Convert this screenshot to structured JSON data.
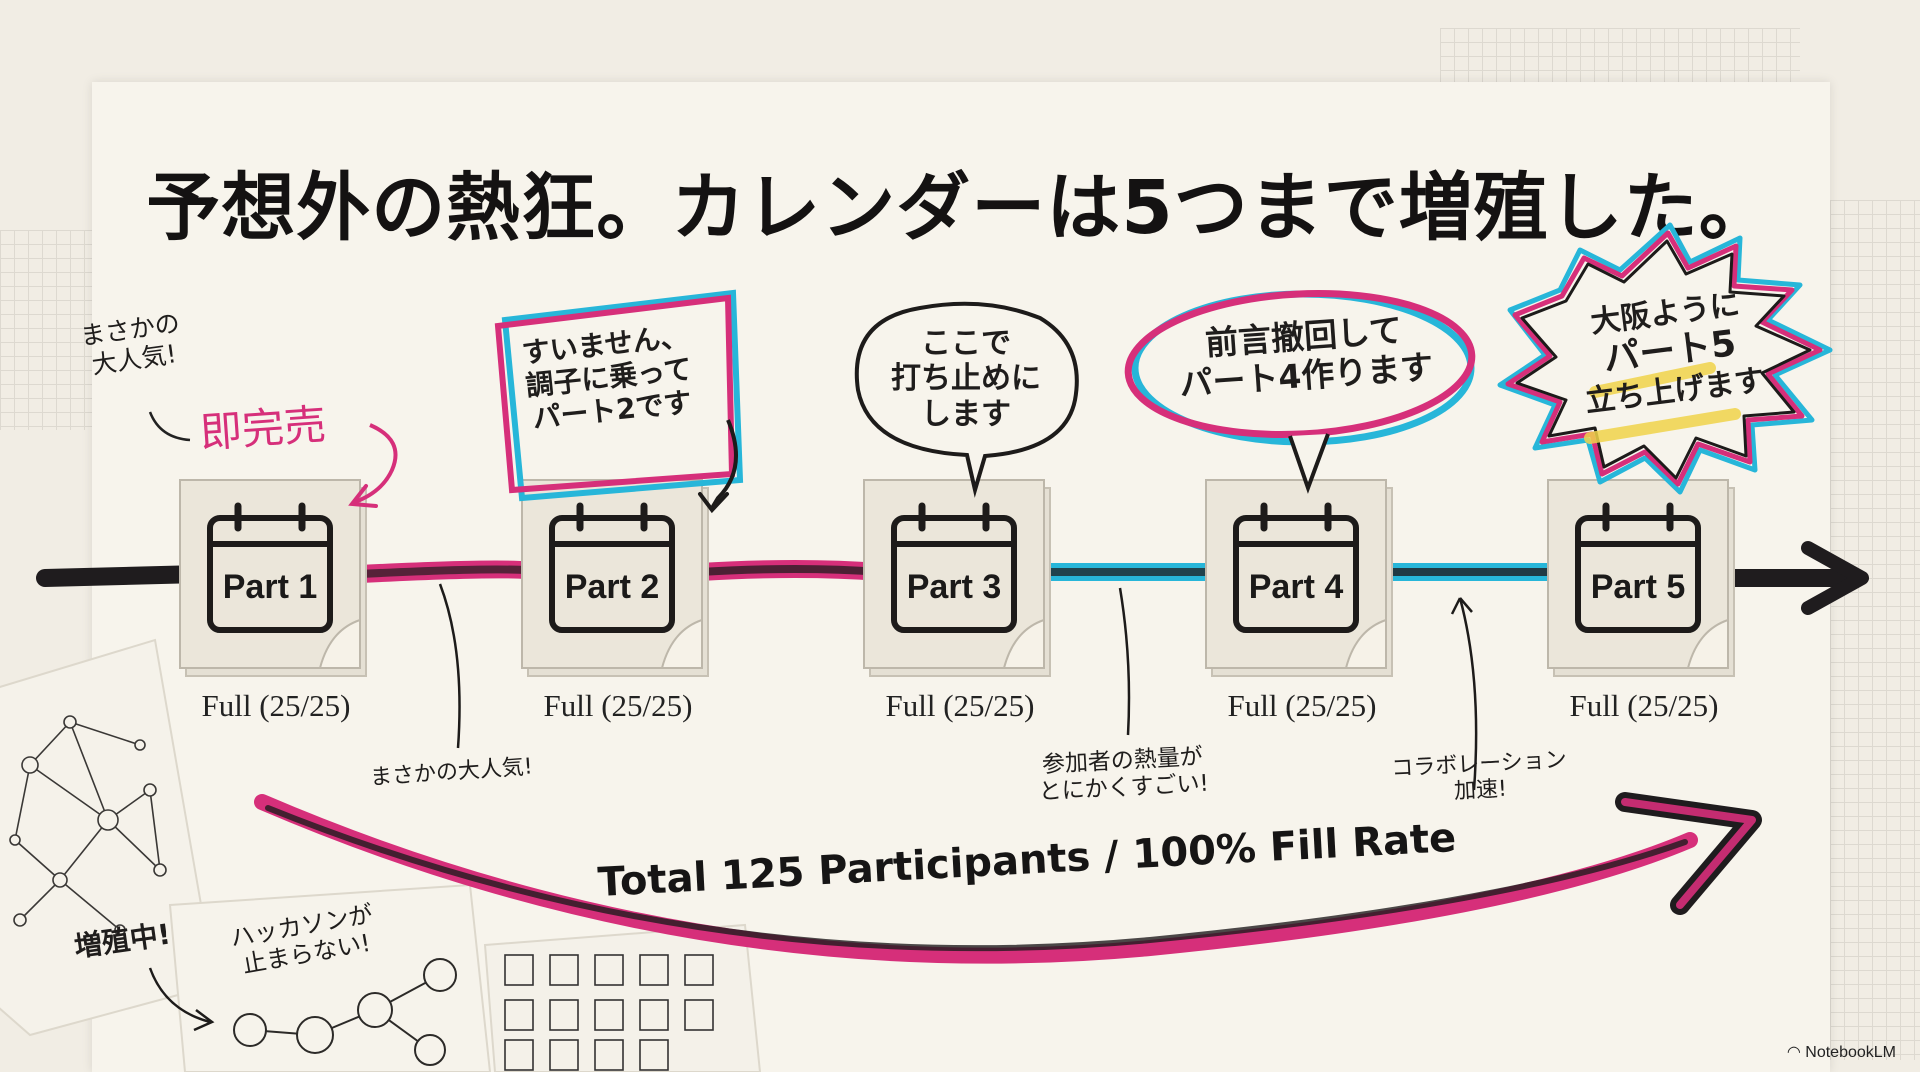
{
  "title": "予想外の熱狂。カレンダーは5つまで増殖した。",
  "parts": [
    {
      "label": "Part 1",
      "status": "Full (25/25)"
    },
    {
      "label": "Part 2",
      "status": "Full (25/25)"
    },
    {
      "label": "Part 3",
      "status": "Full (25/25)"
    },
    {
      "label": "Part 4",
      "status": "Full (25/25)"
    },
    {
      "label": "Part 5",
      "status": "Full (25/25)"
    }
  ],
  "callouts": {
    "part1_top_line1": "まさかの",
    "part1_top_line2": "大人気!",
    "part1_sold_out": "即完売",
    "part2_line1": "すいません、",
    "part2_line2": "調子に乗って",
    "part2_line3": "パート2です",
    "part3_line1": "ここで",
    "part3_line2": "打ち止めに",
    "part3_line3": "します",
    "part4_line1": "前言撤回して",
    "part4_line2": "パート4作ります",
    "part5_line1": "大阪ように",
    "part5_line2": "パート5",
    "part5_line3": "立ち上げます"
  },
  "segment_notes": {
    "note1": "まさかの大人気!",
    "note2_line1": "参加者の熱量が",
    "note2_line2": "とにかくすごい!",
    "note3_line1": "コラボレーション",
    "note3_line2": "加速!"
  },
  "total": "Total 125 Participants / 100% Fill Rate",
  "bottom_notes": {
    "multiplying": "増殖中!",
    "hackathon_line1": "ハッカソンが",
    "hackathon_line2": "止まらない!"
  },
  "brand": "NotebookLM",
  "colors": {
    "pink": "#d62f7a",
    "cyan": "#27b6d9",
    "dark": "#1f1c1e",
    "yellow": "#f1d44a"
  }
}
